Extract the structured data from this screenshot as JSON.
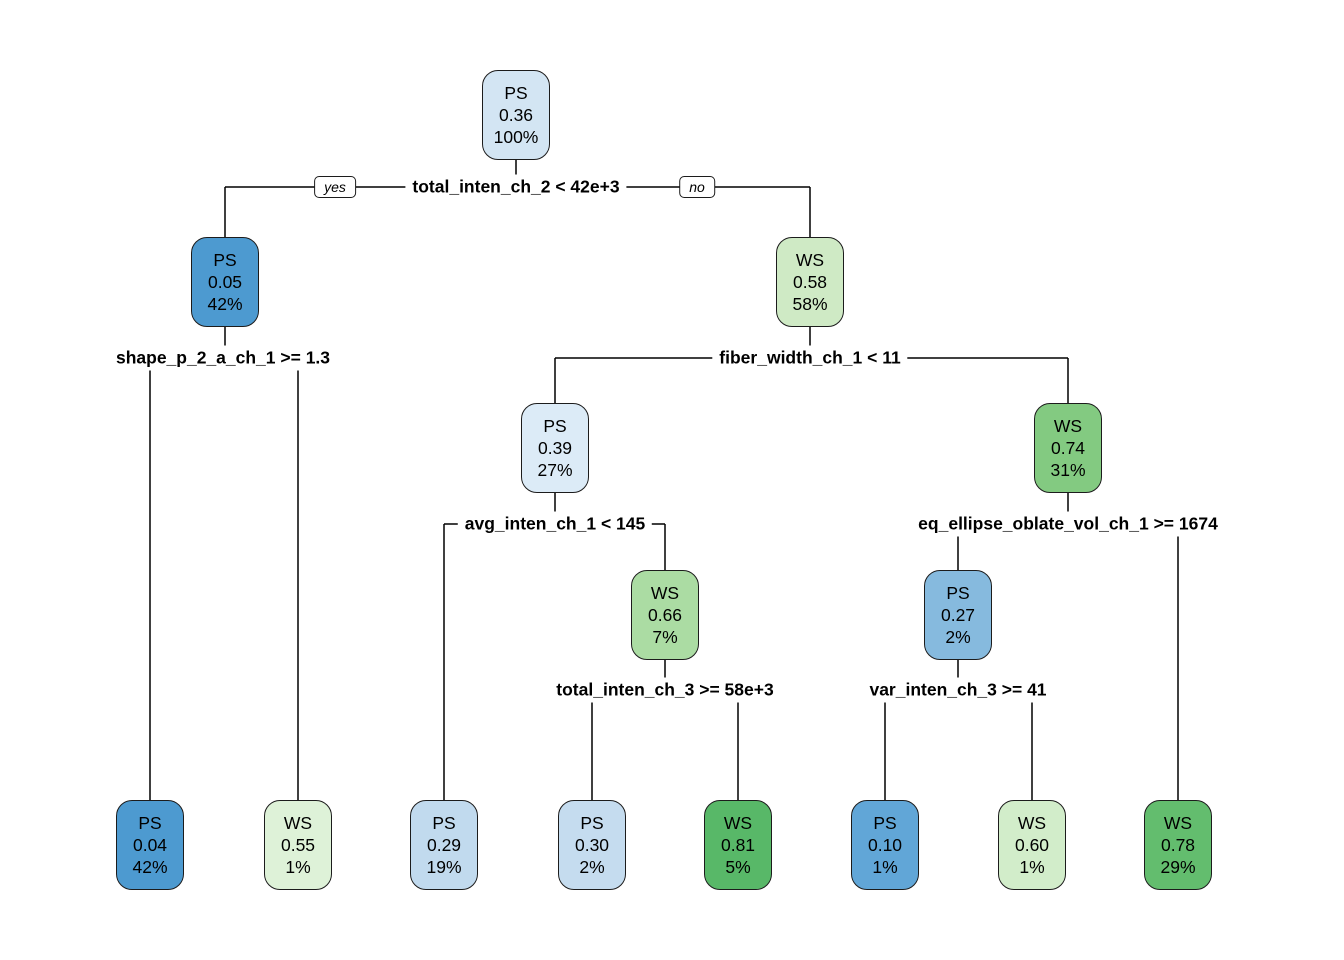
{
  "diagram_type": "decision-tree",
  "classes": [
    "PS",
    "WS"
  ],
  "edge_labels": {
    "yes": "yes",
    "no": "no"
  },
  "splits": [
    {
      "text": "total_inten_ch_2 < 42e+3"
    },
    {
      "text": "shape_p_2_a_ch_1 >= 1.3"
    },
    {
      "text": "fiber_width_ch_1 < 11"
    },
    {
      "text": "avg_inten_ch_1 < 145"
    },
    {
      "text": "eq_ellipse_oblate_vol_ch_1 >= 1674"
    },
    {
      "text": "total_inten_ch_3 >= 58e+3"
    },
    {
      "text": "var_inten_ch_3 >= 41"
    }
  ],
  "nodes": [
    {
      "label": "PS",
      "prob": "0.36",
      "pct": "100%",
      "color": "#d3e5f3"
    },
    {
      "label": "PS",
      "prob": "0.05",
      "pct": "42%",
      "color": "#4d9ad0"
    },
    {
      "label": "WS",
      "prob": "0.58",
      "pct": "58%",
      "color": "#cfeac5"
    },
    {
      "label": "PS",
      "prob": "0.39",
      "pct": "27%",
      "color": "#dcebf7"
    },
    {
      "label": "WS",
      "prob": "0.74",
      "pct": "31%",
      "color": "#83ca81"
    },
    {
      "label": "WS",
      "prob": "0.66",
      "pct": "7%",
      "color": "#abdca3"
    },
    {
      "label": "PS",
      "prob": "0.27",
      "pct": "2%",
      "color": "#86bade"
    },
    {
      "label": "PS",
      "prob": "0.04",
      "pct": "42%",
      "color": "#4d9ad0"
    },
    {
      "label": "WS",
      "prob": "0.55",
      "pct": "1%",
      "color": "#def2d8"
    },
    {
      "label": "PS",
      "prob": "0.29",
      "pct": "19%",
      "color": "#c1daee"
    },
    {
      "label": "PS",
      "prob": "0.30",
      "pct": "2%",
      "color": "#c5dcef"
    },
    {
      "label": "WS",
      "prob": "0.81",
      "pct": "5%",
      "color": "#58b868"
    },
    {
      "label": "PS",
      "prob": "0.10",
      "pct": "1%",
      "color": "#61a6d7"
    },
    {
      "label": "WS",
      "prob": "0.60",
      "pct": "1%",
      "color": "#d2edca"
    },
    {
      "label": "WS",
      "prob": "0.78",
      "pct": "29%",
      "color": "#63bd6e"
    }
  ],
  "structure": {
    "node": 0,
    "split": 0,
    "yes": {
      "node": 1,
      "split": 1,
      "yes": {
        "node": 7
      },
      "no": {
        "node": 8
      }
    },
    "no": {
      "node": 2,
      "split": 2,
      "yes": {
        "node": 3,
        "split": 3,
        "yes": {
          "node": 9
        },
        "no": {
          "node": 5,
          "split": 5,
          "yes": {
            "node": 10
          },
          "no": {
            "node": 11
          }
        }
      },
      "no": {
        "node": 4,
        "split": 4,
        "yes": {
          "node": 6,
          "split": 6,
          "yes": {
            "node": 12
          },
          "no": {
            "node": 13
          }
        },
        "no": {
          "node": 14
        }
      }
    }
  }
}
